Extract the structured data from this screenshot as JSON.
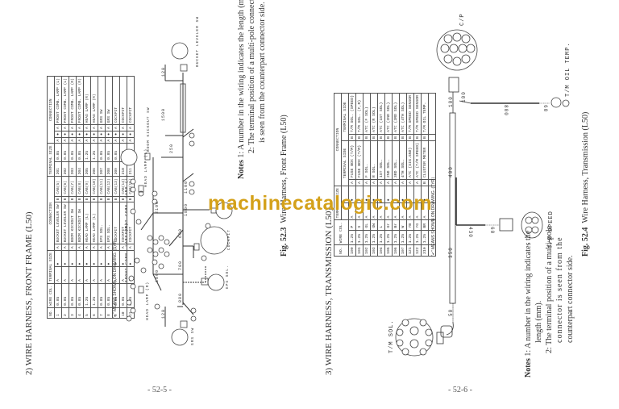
{
  "watermark": "machinecatalogic.com",
  "page_left": {
    "section_title": "2)   WIRE HARNESS,  FRONT FRAME (L50)",
    "page_number": "- 52-5 -",
    "table_note": "\"✔\" MEANS SHOWN ON DRAWING. (TYP.)",
    "table_headers": [
      "NO.",
      "WIRE COL.",
      "TERMINAL SIZE",
      "CONNECTION",
      "TERMINAL SIDE",
      "TERMINAL SIDE"
    ],
    "connector_labels": [
      "BUCKET LEVELER SW",
      "BOOM KICKOUT SW",
      "HEAD LAMP (L)",
      "FRONT COMB. LAMP (L)",
      "FRONT COMB. LAMP (R)",
      "HEAD LAMP (R)",
      "COCKPIT",
      "EPS SOL.",
      "GRS SW"
    ],
    "lengths": [
      "120",
      "1500",
      "250",
      "120",
      "1100",
      "2100",
      "1800",
      "600",
      "150",
      "100",
      "150",
      "100",
      "700",
      "250",
      "1800",
      "100",
      "880",
      "120"
    ],
    "notes_label": "Notes",
    "note_1": "1: A number in the wiring indicates the length (mm).",
    "note_2": "2: The terminal position of a multi-pole connector",
    "note_2b": "is seen from the counterpart connector side.",
    "fig_label": "Fig. 52.3",
    "fig_caption": "Wire Harness, Front Frame (L50)"
  },
  "page_right": {
    "section_title": "3)   WIRE HARNESS,  TRANSMISSION (L50)",
    "page_number": "- 52-6 -",
    "table_note": "\"✔\" MEANS SHOWN ON DRAWING. (TYP.)",
    "table": {
      "headers": [
        "NO.",
        "WIRE COL.",
        "TERMINAL SIZE",
        "TERMINAL SIDE",
        "TERMINAL SIDE"
      ],
      "group_header": "CONNECTION",
      "rows": [
        [
          "100",
          "1.25",
          "P",
          "A",
          "●",
          "A",
          "FUSE BOX (T/M)",
          "B",
          "T/M SOL. (SPEED)"
        ],
        [
          "101",
          "1.25",
          "S",
          "A",
          "●",
          "A",
          "FUSE BOX (T/M)",
          "B",
          "T/M SOL. (F,R)"
        ],
        [
          "102",
          "1.25",
          "GL",
          "A",
          "●",
          "A",
          "F SOL.",
          "B",
          "ATC (F SOL)"
        ],
        [
          "103",
          "1.25",
          "GW",
          "A",
          "●",
          "A",
          "R SOL.",
          "B",
          "ATC (R SOL)"
        ],
        [
          "104",
          "1.25",
          "L",
          "A",
          "●",
          "A",
          "1ST SOL.",
          "B",
          "ATC (1ST SOL)"
        ],
        [
          "105",
          "1.25",
          "Gr",
          "A",
          "●",
          "A",
          "2ND SOL.",
          "B",
          "ATC (2ND SOL)"
        ],
        [
          "106",
          "1.25",
          "Br",
          "A",
          "●",
          "A",
          "3RD SOL.",
          "B",
          "ATC (3RD SOL)"
        ],
        [
          "107",
          "1.25",
          "W",
          "A",
          "●",
          "A",
          "4TH SOL.",
          "B",
          "ATC (4TH SOL)"
        ],
        [
          "121",
          "1.25",
          "YB",
          "A",
          "●",
          "A",
          "ATC (SIG.GND)",
          "B",
          "T/M SPEED SENSOR"
        ],
        [
          "122",
          "1.25",
          "YG",
          "A",
          "●",
          "A",
          "ATC (T/M SPEED)",
          "B",
          "T/M SPEED SENSOR"
        ],
        [
          "310",
          "1.25",
          "BR",
          "A",
          "●",
          "B",
          "CLUSTER METER",
          "B",
          "T/M OIL TEMP."
        ]
      ]
    },
    "connector_labels": {
      "cp": "C/P",
      "oil_temp": "T/M  OIL  TEMP.",
      "speed": "T/M  SPEED",
      "sol": "T/M  SOL."
    },
    "lengths": {
      "l100a": "100",
      "l100b": "100",
      "l800": "800",
      "l60a": "60",
      "l400": "400",
      "l430": "430",
      "l60b": "60",
      "l350": "350",
      "l50": "50"
    },
    "notes_label": "Notes",
    "note_1": "1: A number in the wiring indicates the",
    "note_1b": "length (mm).",
    "note_2": "2: The terminal position of a multi-pole",
    "note_2b": "connector  is  seen  from  the",
    "note_2c": "counterpart connector side.",
    "fig_label": "Fig. 52.4",
    "fig_caption": "Wire Harness, Transmission (L50)"
  }
}
